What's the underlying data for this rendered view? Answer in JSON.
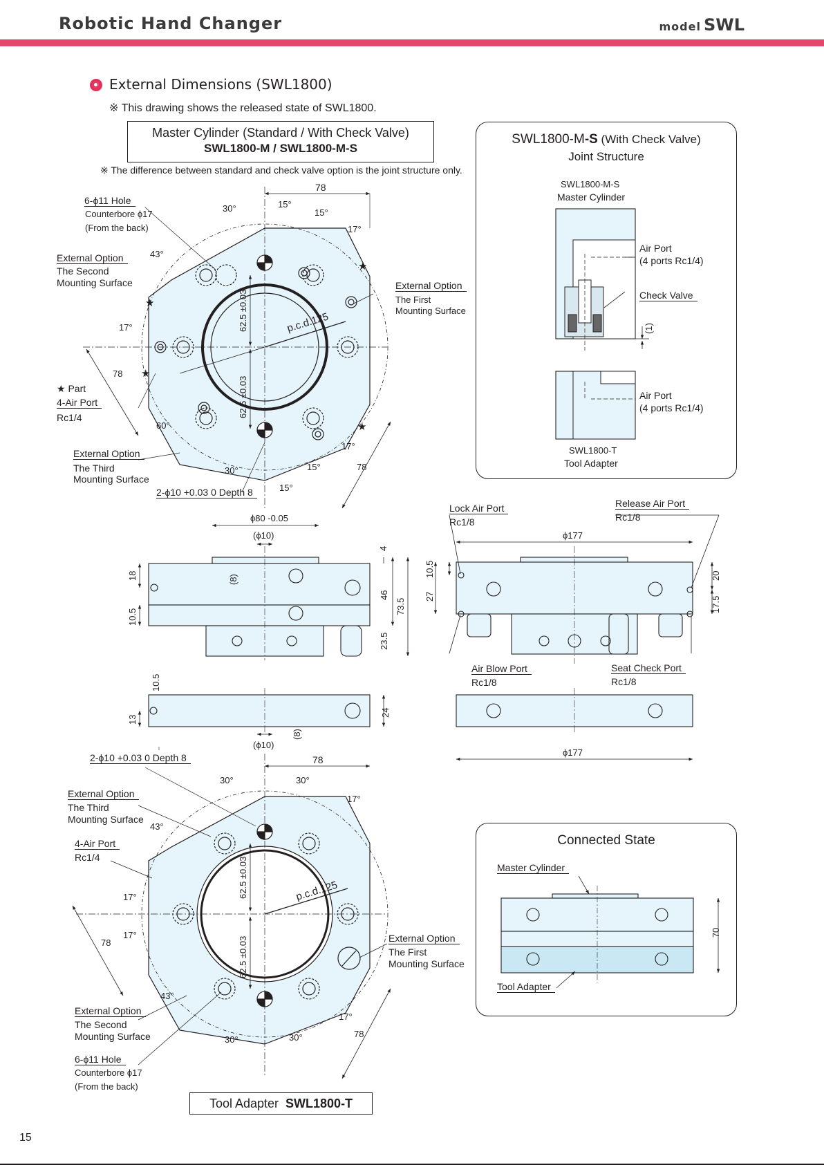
{
  "header": {
    "title": "Robotic Hand Changer",
    "model_prefix": "model",
    "model": "SWL"
  },
  "section": {
    "title": "External Dimensions (SWL1800)",
    "note_released": "※ This drawing shows the released state of SWL1800.",
    "note_difference": "※ The difference between standard and check valve option is the joint structure only."
  },
  "master_box": {
    "line1": "Master Cylinder (Standard / With Check Valve)",
    "line2": "SWL1800-M  /  SWL1800-M-S"
  },
  "joint_panel": {
    "title_prefix": "SWL1800-M",
    "title_bold": "-S",
    "title_suffix": "  (With Check Valve)",
    "subtitle": "Joint Structure",
    "master_label_1": "SWL1800-M-S",
    "master_label_2": "Master Cylinder",
    "air_port_1": "Air Port",
    "air_port_2": "(4 ports Rc1/4)",
    "check_valve": "Check Valve",
    "gap": "(1)",
    "tool_label_1": "SWL1800-T",
    "tool_label_2": "Tool Adapter"
  },
  "top_view": {
    "hole_label": "6-ϕ11 Hole",
    "counterbore": "Counterbore ϕ17",
    "from_back": "(From the back)",
    "ext_opt": "External Option",
    "second_surface_1": "The Second",
    "second_surface_2": "Mounting Surface",
    "first_surface_1": "The First",
    "first_surface_2": "Mounting Surface",
    "third_surface_1": "The Third",
    "third_surface_2": "Mounting Surface",
    "star_part": "★ Part",
    "air_port": "4-Air Port",
    "rc14": "Rc1/4",
    "dowel": "2-ϕ10 +0.03 0 Depth 8",
    "dims": {
      "d78": "78",
      "a30": "30°",
      "a15": "15°",
      "a17": "17°",
      "a43": "43°",
      "a60": "60°",
      "d625": "62.5 ±0.03",
      "pcd": "p.c.d.125"
    }
  },
  "side_views": {
    "phi80": "ϕ80 -0.05",
    "phi10": "(ϕ10)",
    "d8": "(8)",
    "d4": "4",
    "d18": "18",
    "d105": "10.5",
    "d46": "46",
    "d735": "73.5",
    "d235": "23.5",
    "d13": "13",
    "d24": "24",
    "lock_air": "Lock Air Port",
    "release_air": "Release Air Port",
    "rc18": "Rc1/8",
    "phi177": "ϕ177",
    "d27": "27",
    "d20": "20",
    "d175": "17.5",
    "air_blow": "Air Blow Port",
    "seat_check": "Seat Check Port"
  },
  "connected_panel": {
    "title": "Connected State",
    "master": "Master Cylinder",
    "tool": "Tool Adapter",
    "d70": "70"
  },
  "tool_box": {
    "label": "Tool Adapter",
    "model": "SWL1800-T"
  },
  "page_number": "15",
  "colors": {
    "accent": "#e8456a",
    "fill": "#e6f4fb",
    "line": "#231f20"
  }
}
